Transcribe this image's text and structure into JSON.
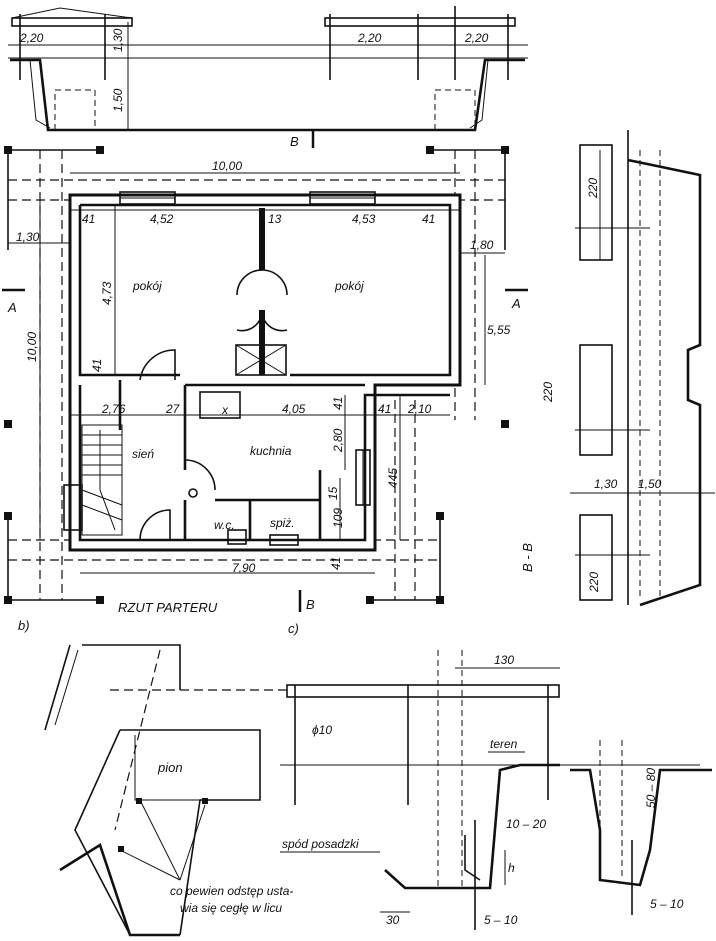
{
  "top_elevation": {
    "dims": [
      "2,20",
      "1,30",
      "1,50",
      "2,20",
      "2,20"
    ]
  },
  "plan": {
    "section_marks": [
      "B",
      "B",
      "A",
      "A"
    ],
    "dims": {
      "overall_width": "10,00",
      "window_left": "4,52",
      "wall_mid": "13",
      "window_right": "4,53",
      "wall_left": "41",
      "wall_right": "41",
      "offset_left": "1,30",
      "offset_right": "1,80",
      "room_depth": "4,73",
      "wall_low_left": "41",
      "overall_height": "10,00",
      "room_right_depth": "5,55",
      "hall_width": "2,76",
      "partition": "27",
      "kitchen_width": "4,05",
      "wall_k": "41",
      "wall_k2": "41",
      "annex": "2,10",
      "kitchen_depth": "2,80",
      "pantry_door": "15",
      "pantry_depth": "109",
      "side_depth": "445",
      "wall_bottom": "41",
      "bottom_width": "7,90"
    },
    "rooms": {
      "room_left": "pokój",
      "room_right": "pokój",
      "hall": "sień",
      "kitchen": "kuchnia",
      "wc": "w.c.",
      "pantry": "spiż."
    },
    "title": "RZUT PARTERU",
    "label_b": "b)",
    "label_c": "c)"
  },
  "section_bb": {
    "label": "B - B",
    "dims": [
      "220",
      "220",
      "1,30",
      "1,50",
      "220"
    ]
  },
  "detail_b": {
    "label_pion": "pion",
    "note_line1": "co pewien odstęp usta-",
    "note_line2": "wia się cegłę w licu"
  },
  "detail_c": {
    "dims": [
      "130",
      "ϕ10",
      "10 – 20",
      "h",
      "30",
      "5 – 10"
    ],
    "label_teren": "teren",
    "label_spod": "spód posadzki"
  },
  "detail_d": {
    "dims": [
      "50 – 80",
      "5 – 10"
    ]
  }
}
